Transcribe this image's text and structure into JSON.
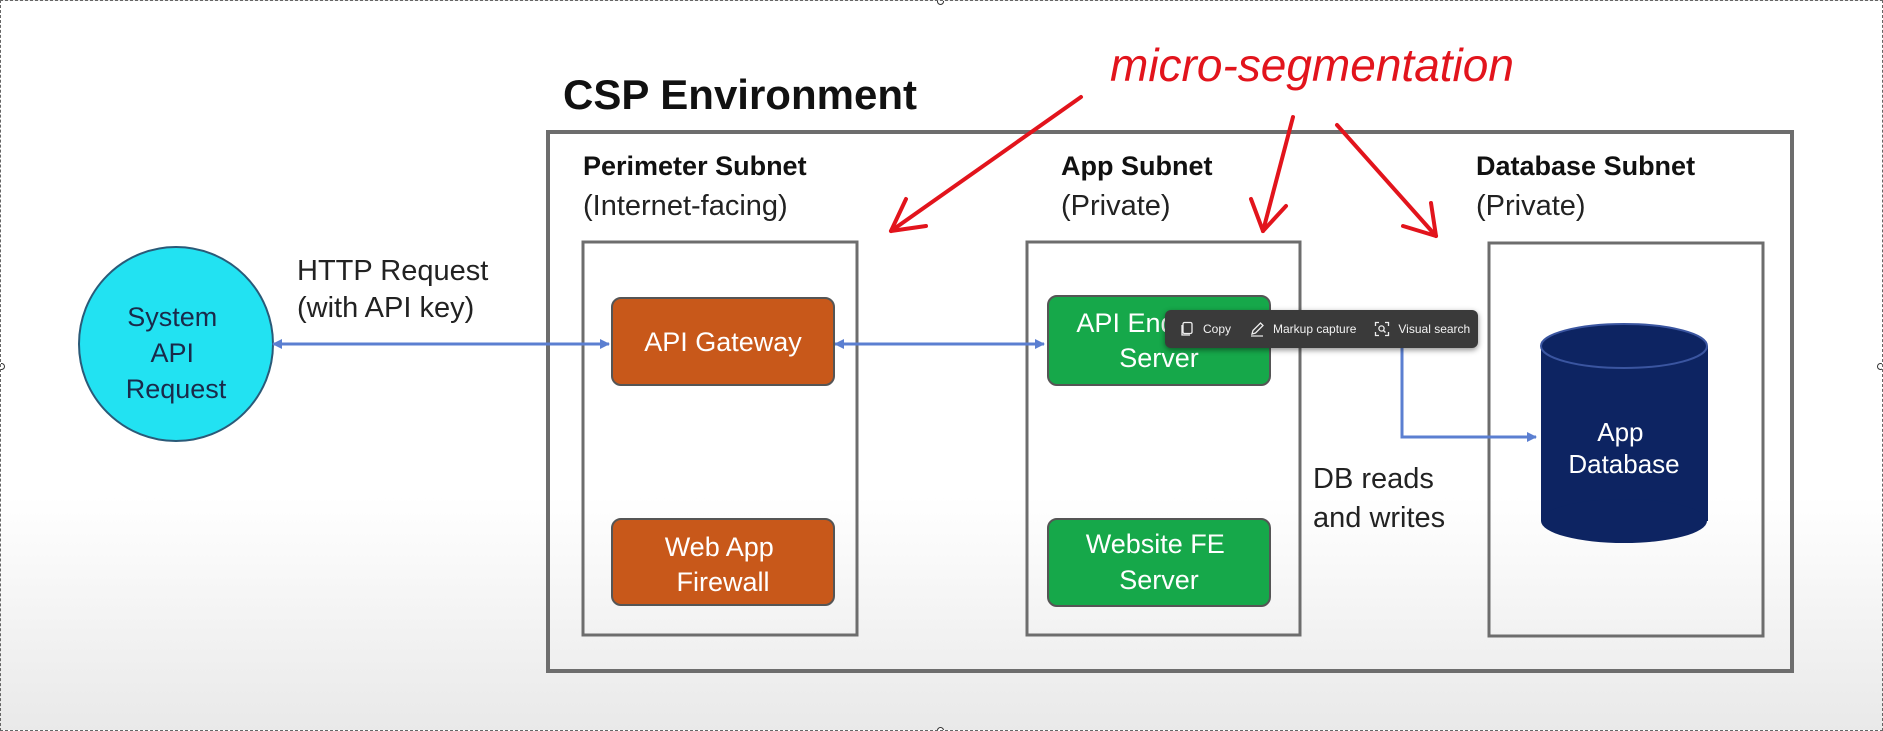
{
  "diagram": {
    "title": "CSP Environment",
    "annotation": "micro-segmentation",
    "client": {
      "lines": [
        "System",
        "API",
        "Request"
      ]
    },
    "http_label": [
      "HTTP Request",
      "(with API key)"
    ],
    "subnets": {
      "perimeter": {
        "title": "Perimeter Subnet",
        "subtitle": "(Internet-facing)"
      },
      "app": {
        "title": "App Subnet",
        "subtitle": "(Private)"
      },
      "database": {
        "title": "Database Subnet",
        "subtitle": "(Private)"
      }
    },
    "components": {
      "api_gateway": [
        "API Gateway"
      ],
      "waf": [
        "Web App",
        "Firewall"
      ],
      "api_server": [
        "API Endpoint",
        "Server"
      ],
      "website_fe": [
        "Website FE",
        "Server"
      ],
      "app_db": [
        "App",
        "Database"
      ]
    },
    "db_label": [
      "DB reads",
      "and writes"
    ],
    "colors": {
      "orange": "#c8581a",
      "green": "#16a84a",
      "navy": "#0d2462",
      "cyan": "#22e2f2",
      "arrow_blue": "#5b7fd1",
      "red": "#e2141c",
      "frame_gray": "#6d6d6d"
    }
  },
  "toolbar": {
    "copy_label": "Copy",
    "markup_label": "Markup capture",
    "visual_search_label": "Visual search",
    "icons": [
      "copy-icon",
      "pen-icon",
      "visual-search-icon"
    ]
  }
}
